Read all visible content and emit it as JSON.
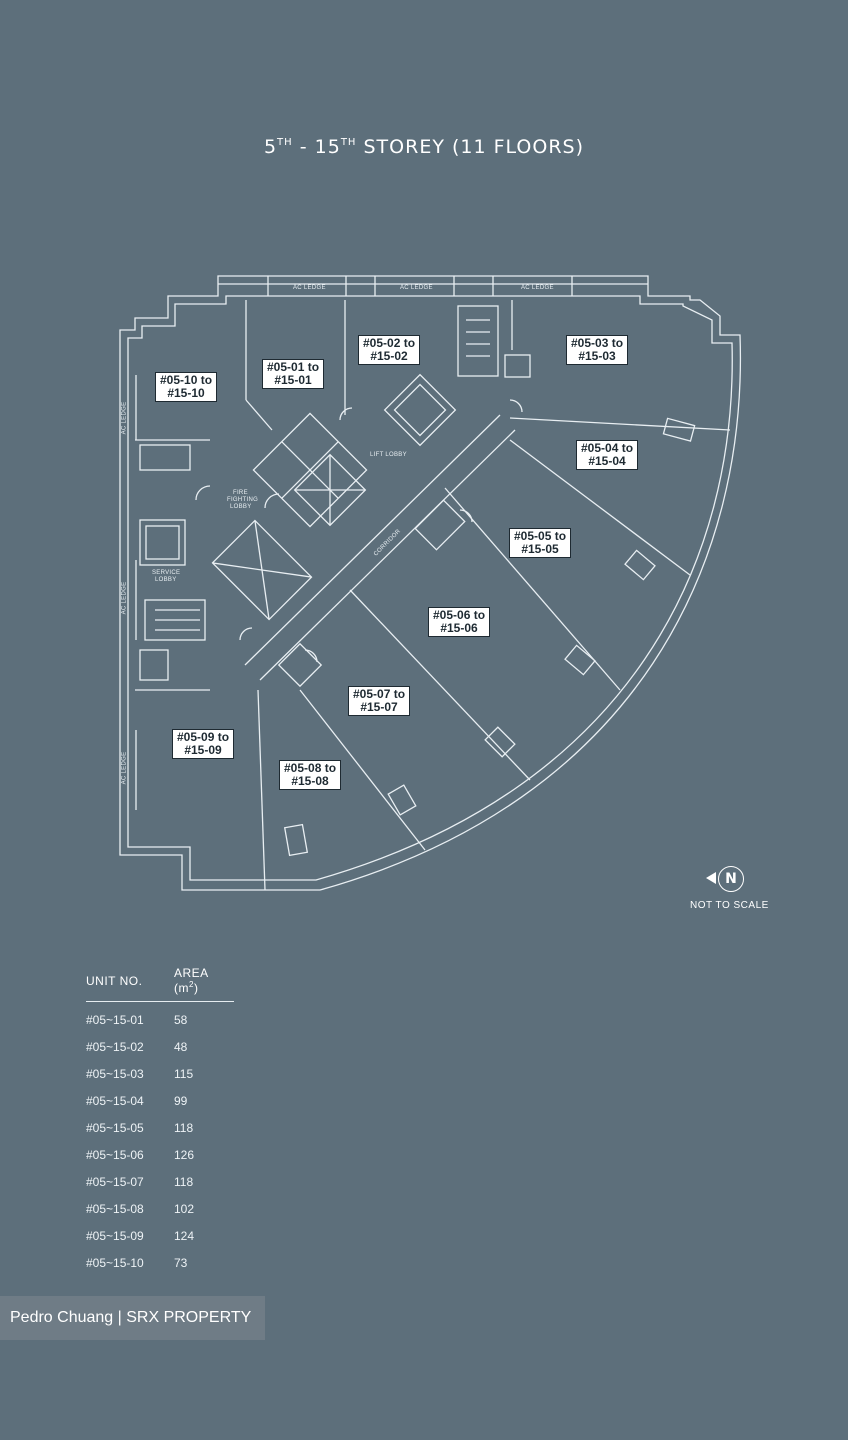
{
  "title": {
    "part1": "5",
    "sup1": "TH",
    "part2": " - 15",
    "sup2": "TH",
    "part3": " STOREY (11 FLOORS)"
  },
  "plan": {
    "units": [
      {
        "line1": "#05-01 to",
        "line2": "#15-01"
      },
      {
        "line1": "#05-02 to",
        "line2": "#15-02"
      },
      {
        "line1": "#05-03 to",
        "line2": "#15-03"
      },
      {
        "line1": "#05-04 to",
        "line2": "#15-04"
      },
      {
        "line1": "#05-05 to",
        "line2": "#15-05"
      },
      {
        "line1": "#05-06 to",
        "line2": "#15-06"
      },
      {
        "line1": "#05-07 to",
        "line2": "#15-07"
      },
      {
        "line1": "#05-08 to",
        "line2": "#15-08"
      },
      {
        "line1": "#05-09 to",
        "line2": "#15-09"
      },
      {
        "line1": "#05-10 to",
        "line2": "#15-10"
      }
    ],
    "ac_ledge": "AC LEDGE",
    "lift_lobby": "LIFT LOBBY",
    "fire_lobby_1": "FIRE",
    "fire_lobby_2": "FIGHTING",
    "fire_lobby_3": "LOBBY",
    "corridor": "CORRIDOR",
    "service_lobby_1": "SERVICE",
    "service_lobby_2": "LOBBY"
  },
  "compass": {
    "letter": "N",
    "note": "NOT TO SCALE"
  },
  "areas_table": {
    "headers": {
      "unit": "UNIT NO.",
      "area_prefix": "AREA (m",
      "area_sup": "2",
      "area_suffix": ")"
    },
    "rows": [
      {
        "unit": "#05~15-01",
        "area": "58"
      },
      {
        "unit": "#05~15-02",
        "area": "48"
      },
      {
        "unit": "#05~15-03",
        "area": "115"
      },
      {
        "unit": "#05~15-04",
        "area": "99"
      },
      {
        "unit": "#05~15-05",
        "area": "118"
      },
      {
        "unit": "#05~15-06",
        "area": "126"
      },
      {
        "unit": "#05~15-07",
        "area": "118"
      },
      {
        "unit": "#05~15-08",
        "area": "102"
      },
      {
        "unit": "#05~15-09",
        "area": "124"
      },
      {
        "unit": "#05~15-10",
        "area": "73"
      }
    ]
  },
  "watermark": "Pedro Chuang | SRX PROPERTY"
}
